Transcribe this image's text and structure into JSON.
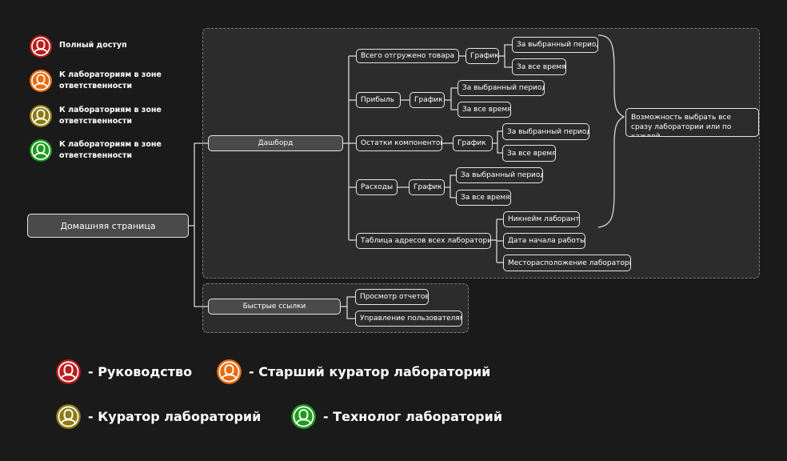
{
  "legend_top": [
    {
      "text": "Полный доступ",
      "color": "#b81d1d",
      "icon": "user-icon"
    },
    {
      "text": "К лабораториям в зоне ответственности",
      "color": "#e86a12",
      "icon": "user-icon"
    },
    {
      "text": "К лабораториям в зоне ответственности",
      "color": "#8e7a12",
      "icon": "user-icon"
    },
    {
      "text": "К лабораториям в зоне ответственности",
      "color": "#1d9a1d",
      "icon": "user-icon"
    }
  ],
  "root": "Домашняя страница",
  "dashboard": {
    "label": "Дашборд",
    "branches": [
      {
        "label": "Всего отгружено товара",
        "sub": "График",
        "leaves": [
          "За выбранный период",
          "За все время"
        ]
      },
      {
        "label": "Прибыль",
        "sub": "График",
        "leaves": [
          "За выбранный период",
          "За все время"
        ]
      },
      {
        "label": "Остатки компонентов",
        "sub": "График",
        "leaves": [
          "За выбранный период",
          "За все время"
        ]
      },
      {
        "label": "Расходы",
        "sub": "График",
        "leaves": [
          "За выбранный период",
          "За все время"
        ]
      }
    ],
    "table": {
      "label": "Таблица адресов всех лабораторий",
      "leaves": [
        "Никнейм лаборанта",
        "Дата начала работы",
        "Месторасположение лаборатории"
      ]
    },
    "note": "Возможность выбрать все сразу лаборатории или по каждой"
  },
  "quick": {
    "label": "Быстрые ссылки",
    "leaves": [
      "Просмотр отчетов",
      "Управление пользователями"
    ]
  },
  "legend_bottom": [
    {
      "text": "- Руководство",
      "color": "#b81d1d",
      "icon": "user-icon"
    },
    {
      "text": "- Старший куратор лабораторий",
      "color": "#e86a12",
      "icon": "user-icon"
    },
    {
      "text": "- Куратор лабораторий",
      "color": "#8e7a12",
      "icon": "user-icon"
    },
    {
      "text": "- Технолог лабораторий",
      "color": "#1d9a1d",
      "icon": "user-icon"
    }
  ]
}
